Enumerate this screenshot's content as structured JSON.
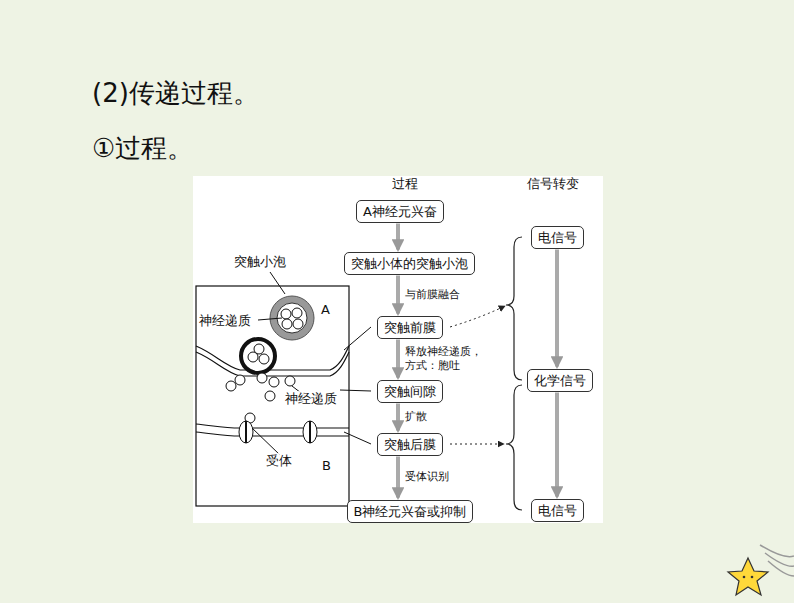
{
  "diagram": {
    "nodes": [
      {
        "text": [
          "A神经元兴奋"
        ]
      },
      {
        "text": [
          "突触小体的突触小泡"
        ]
      },
      {
        "text": [
          "突触前膜"
        ]
      },
      {
        "text": [
          "突触间隙"
        ]
      },
      {
        "text": [
          "突触后膜"
        ]
      },
      {
        "text": [
          "B神经元兴奋或抑制"
        ]
      },
      {
        "text": [
          "电信号"
        ]
      },
      {
        "text": [
          "化学信号"
        ]
      },
      {
        "text": [
          "电信号"
        ]
      }
    ],
    "edges": [
      {
        "from": 0,
        "to": 1,
        "arrow": "to"
      },
      {
        "from": 1,
        "to": 2,
        "label": "与前膜融合",
        "arrow": "to"
      },
      {
        "from": 2,
        "to": 3,
        "label": "释放神经递质， 方式：胞吐",
        "arrow": "to"
      },
      {
        "from": 3,
        "to": 4,
        "label": "扩散",
        "arrow": "to"
      },
      {
        "from": 4,
        "to": 5,
        "label": "受体识别",
        "arrow": "to"
      },
      {
        "from": 6,
        "to": 7,
        "arrow": "to"
      },
      {
        "from": 7,
        "to": 8,
        "arrow": "to"
      }
    ],
    "labels": [
      "(2)传递过程。",
      "①过程。",
      "过程",
      "信号转变",
      "突触小泡",
      "神经递质",
      "A",
      "神经递质",
      "受体",
      "B"
    ]
  }
}
